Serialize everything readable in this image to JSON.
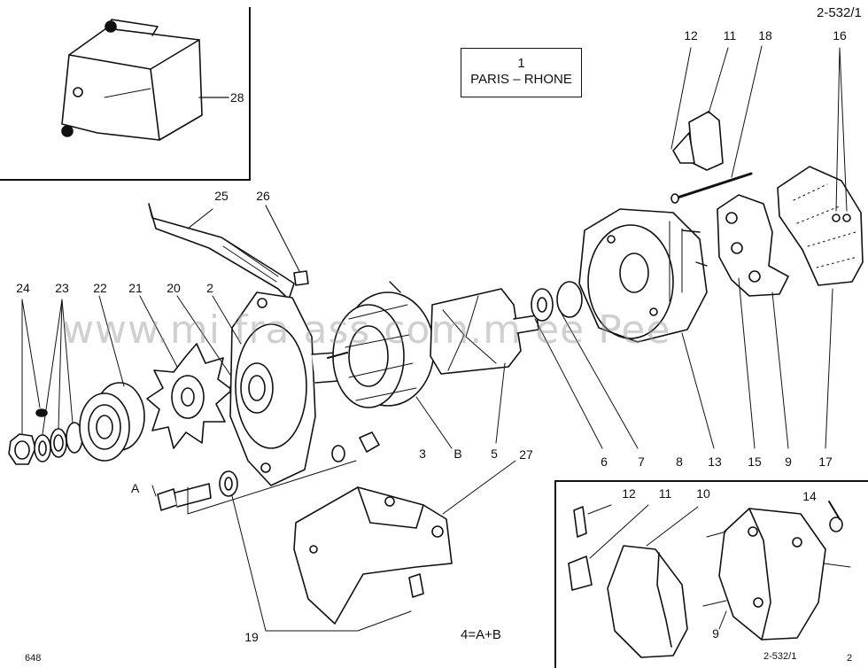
{
  "sheet": {
    "ref_top": "2-532/1",
    "ref_bottom": "2-532/1",
    "page_left": "648",
    "page_right": "2",
    "title_number": "1",
    "title_brand": "PARIS – RHONE",
    "equation": "4=A+B",
    "watermark": "www.mi  fra   ass com.m   ee Pee"
  },
  "callouts": {
    "c28": "28",
    "c25": "25",
    "c26": "26",
    "c24": "24",
    "c23": "23",
    "c22": "22",
    "c21": "21",
    "c20": "20",
    "c2": "2",
    "c3": "3",
    "cB": "B",
    "c5": "5",
    "c6": "6",
    "c7": "7",
    "c8": "8",
    "c13": "13",
    "c15": "15",
    "c9": "9",
    "c17": "17",
    "c12": "12",
    "c11": "11",
    "c18": "18",
    "c16": "16",
    "c27": "27",
    "cA": "A",
    "c19": "19",
    "d12": "12",
    "d11": "11",
    "d10": "10",
    "d14": "14",
    "d9": "9"
  },
  "colors": {
    "ink": "#111111",
    "watermark": "#969696"
  }
}
